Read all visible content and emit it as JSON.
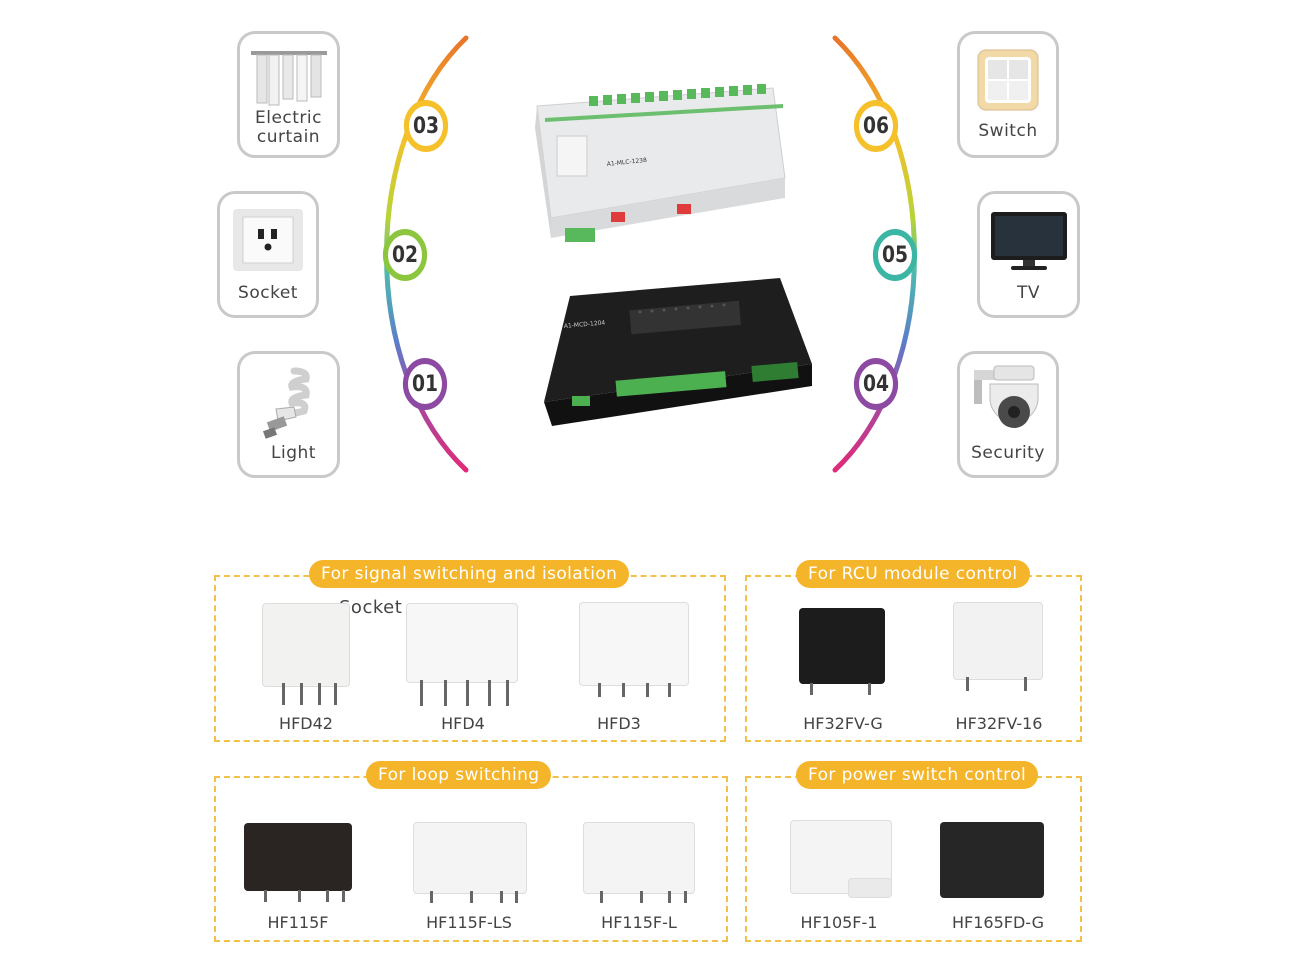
{
  "applications": {
    "left": [
      {
        "num": "03",
        "label_line1": "Electric",
        "label_line2": "curtain",
        "icon": "curtain-icon"
      },
      {
        "num": "02",
        "label": "Socket",
        "icon": "socket-icon"
      },
      {
        "num": "01",
        "label": "Light",
        "icon": "light-bulb-icon"
      }
    ],
    "right": [
      {
        "num": "06",
        "label": "Switch",
        "icon": "switch-icon"
      },
      {
        "num": "05",
        "label": "TV",
        "icon": "tv-icon"
      },
      {
        "num": "04",
        "label": "Security",
        "icon": "security-camera-icon"
      }
    ]
  },
  "devices": {
    "top_module_text": "A1-MLC-1238",
    "bottom_module_text": "A1-MCD-1204"
  },
  "stray_label": "Socket",
  "groups": {
    "signal": {
      "title": "For signal switching and isolation",
      "items": [
        "HFD42",
        "HFD4",
        "HFD3"
      ]
    },
    "rcu": {
      "title": "For RCU module control",
      "items": [
        "HF32FV-G",
        "HF32FV-16"
      ]
    },
    "loop": {
      "title": "For loop switching",
      "items": [
        "HF115F",
        "HF115F-LS",
        "HF115F-L"
      ]
    },
    "power": {
      "title": "For power switch control",
      "items": [
        "HF105F-1",
        "HF165FD-G"
      ]
    }
  },
  "colors": {
    "accent": "#f5b52a",
    "dash": "#f3c04a",
    "card_border": "#c9c9c9"
  }
}
